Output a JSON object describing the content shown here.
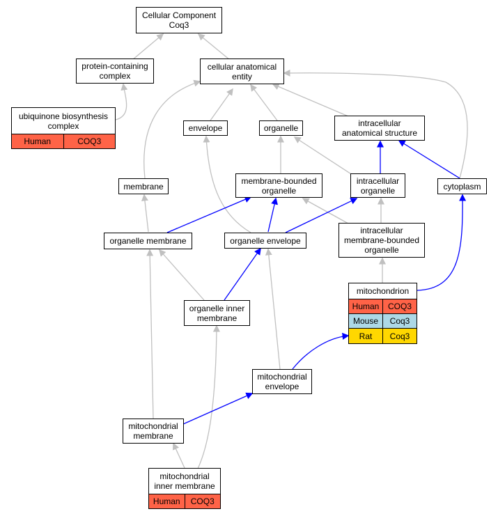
{
  "nodes": {
    "root": {
      "line1": "Cellular Component",
      "line2": "Coq3"
    },
    "protein_complex": {
      "line1": "protein-containing",
      "line2": "complex"
    },
    "cellular_anatomical_entity": {
      "line1": "cellular anatomical",
      "line2": "entity"
    },
    "ubiquinone": {
      "line1": "ubiquinone biosynthesis",
      "line2": "complex",
      "rows": [
        {
          "species": "Human",
          "gene": "COQ3"
        }
      ]
    },
    "envelope": {
      "label": "envelope"
    },
    "organelle": {
      "label": "organelle"
    },
    "intracellular_anatomical_structure": {
      "line1": "intracellular",
      "line2": "anatomical structure"
    },
    "membrane": {
      "label": "membrane"
    },
    "membrane_bounded_organelle": {
      "line1": "membrane-bounded",
      "line2": "organelle"
    },
    "intracellular_organelle": {
      "line1": "intracellular",
      "line2": "organelle"
    },
    "cytoplasm": {
      "label": "cytoplasm"
    },
    "organelle_membrane": {
      "label": "organelle membrane"
    },
    "organelle_envelope": {
      "label": "organelle envelope"
    },
    "intracellular_mbo": {
      "line1": "intracellular",
      "line2": "membrane-bounded",
      "line3": "organelle"
    },
    "mitochondrion": {
      "label": "mitochondrion",
      "rows": [
        {
          "species": "Human",
          "gene": "COQ3"
        },
        {
          "species": "Mouse",
          "gene": "Coq3"
        },
        {
          "species": "Rat",
          "gene": "Coq3"
        }
      ]
    },
    "organelle_inner_membrane": {
      "line1": "organelle inner",
      "line2": "membrane"
    },
    "mitochondrial_envelope": {
      "line1": "mitochondrial",
      "line2": "envelope"
    },
    "mitochondrial_membrane": {
      "line1": "mitochondrial",
      "line2": "membrane"
    },
    "mitochondrial_inner_membrane": {
      "line1": "mitochondrial",
      "line2": "inner membrane",
      "rows": [
        {
          "species": "Human",
          "gene": "COQ3"
        }
      ]
    }
  },
  "colors": {
    "is_a_edge": "#c0c0c0",
    "part_of_edge": "#0000ff",
    "human": "#ff6347",
    "mouse": "#add8e6",
    "rat": "#ffd700"
  }
}
